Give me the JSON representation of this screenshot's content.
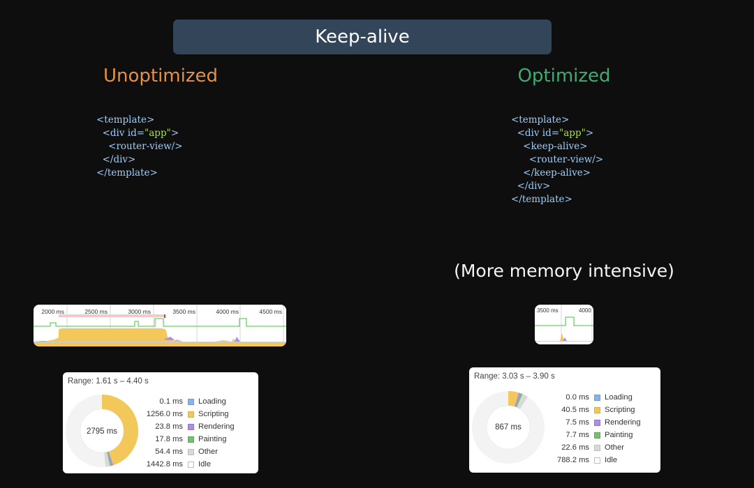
{
  "slide": {
    "title": "Keep-alive",
    "unoptimized_heading": "Unoptimized",
    "optimized_heading": "Optimized",
    "note": "(More memory intensive)"
  },
  "code_unoptimized": [
    "<template>",
    "  <div id=",
    "\"app\"",
    ">",
    "    <router-view/>",
    "  </div>",
    "</template>"
  ],
  "code_optimized": [
    "<template>",
    "  <div id=",
    "\"app\"",
    ">",
    "    <keep-alive>",
    "      <router-view/>",
    "    </keep-alive>",
    "  </div>",
    "</template>"
  ],
  "timeline_left": {
    "ticks": [
      "2000 ms",
      "2500 ms",
      "3000 ms",
      "3500 ms",
      "4000 ms",
      "4500 ms"
    ]
  },
  "timeline_right": {
    "ticks": [
      "3500 ms",
      "4000"
    ]
  },
  "colors": {
    "loading": "#8ab4e8",
    "scripting": "#f2c85b",
    "rendering": "#ad8fe6",
    "painting": "#79bf72",
    "other": "#d9d9d9",
    "idle": "#ffffff"
  },
  "summary_unoptimized": {
    "range": "Range: 1.61 s – 4.40 s",
    "total": "2795 ms",
    "rows": [
      {
        "value": "0.1 ms",
        "label": "Loading",
        "ms": 0.1
      },
      {
        "value": "1256.0 ms",
        "label": "Scripting",
        "ms": 1256.0
      },
      {
        "value": "23.8 ms",
        "label": "Rendering",
        "ms": 23.8
      },
      {
        "value": "17.8 ms",
        "label": "Painting",
        "ms": 17.8
      },
      {
        "value": "54.4 ms",
        "label": "Other",
        "ms": 54.4
      },
      {
        "value": "1442.8 ms",
        "label": "Idle",
        "ms": 1442.8
      }
    ]
  },
  "summary_optimized": {
    "range": "Range: 3.03 s – 3.90 s",
    "total": "867 ms",
    "rows": [
      {
        "value": "0.0 ms",
        "label": "Loading",
        "ms": 0.0
      },
      {
        "value": "40.5 ms",
        "label": "Scripting",
        "ms": 40.5
      },
      {
        "value": "7.5 ms",
        "label": "Rendering",
        "ms": 7.5
      },
      {
        "value": "7.7 ms",
        "label": "Painting",
        "ms": 7.7
      },
      {
        "value": "22.6 ms",
        "label": "Other",
        "ms": 22.6
      },
      {
        "value": "788.2 ms",
        "label": "Idle",
        "ms": 788.2
      }
    ]
  }
}
